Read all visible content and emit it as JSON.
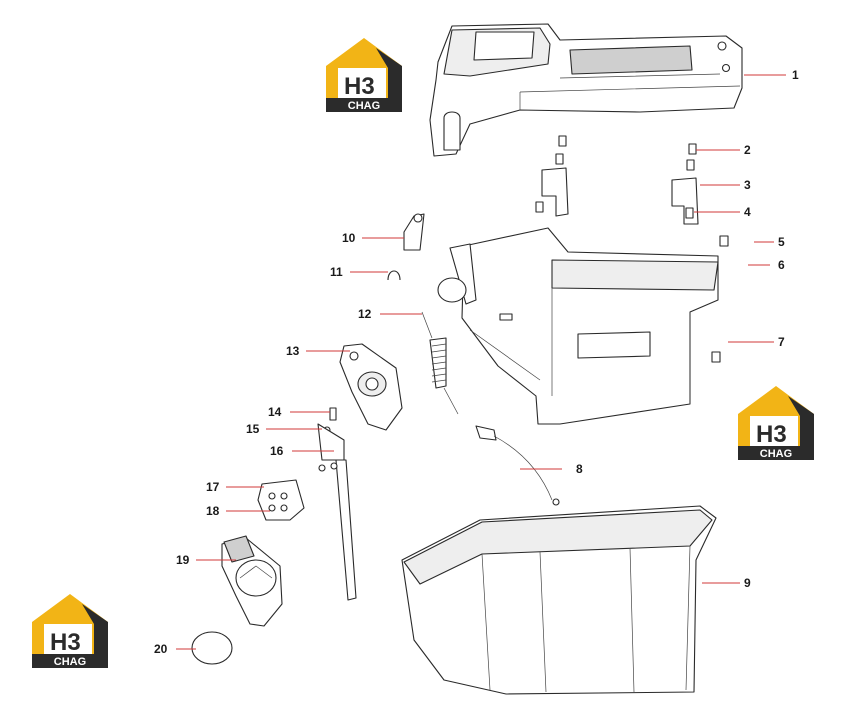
{
  "logo": {
    "mark": "H3",
    "name": "CHAG",
    "colors": {
      "gold": "#F2B416",
      "dark": "#2B2B2B",
      "white": "#FFFFFF"
    }
  },
  "callouts": [
    {
      "label": "1"
    },
    {
      "label": "2"
    },
    {
      "label": "3"
    },
    {
      "label": "4"
    },
    {
      "label": "5"
    },
    {
      "label": "6"
    },
    {
      "label": "7"
    },
    {
      "label": "8"
    },
    {
      "label": "9"
    },
    {
      "label": "10"
    },
    {
      "label": "11"
    },
    {
      "label": "12"
    },
    {
      "label": "13"
    },
    {
      "label": "14"
    },
    {
      "label": "15"
    },
    {
      "label": "16"
    },
    {
      "label": "17"
    },
    {
      "label": "18"
    },
    {
      "label": "19"
    },
    {
      "label": "20"
    }
  ],
  "colors": {
    "leader": "#D03A3A",
    "line": "#2A2A2A"
  }
}
